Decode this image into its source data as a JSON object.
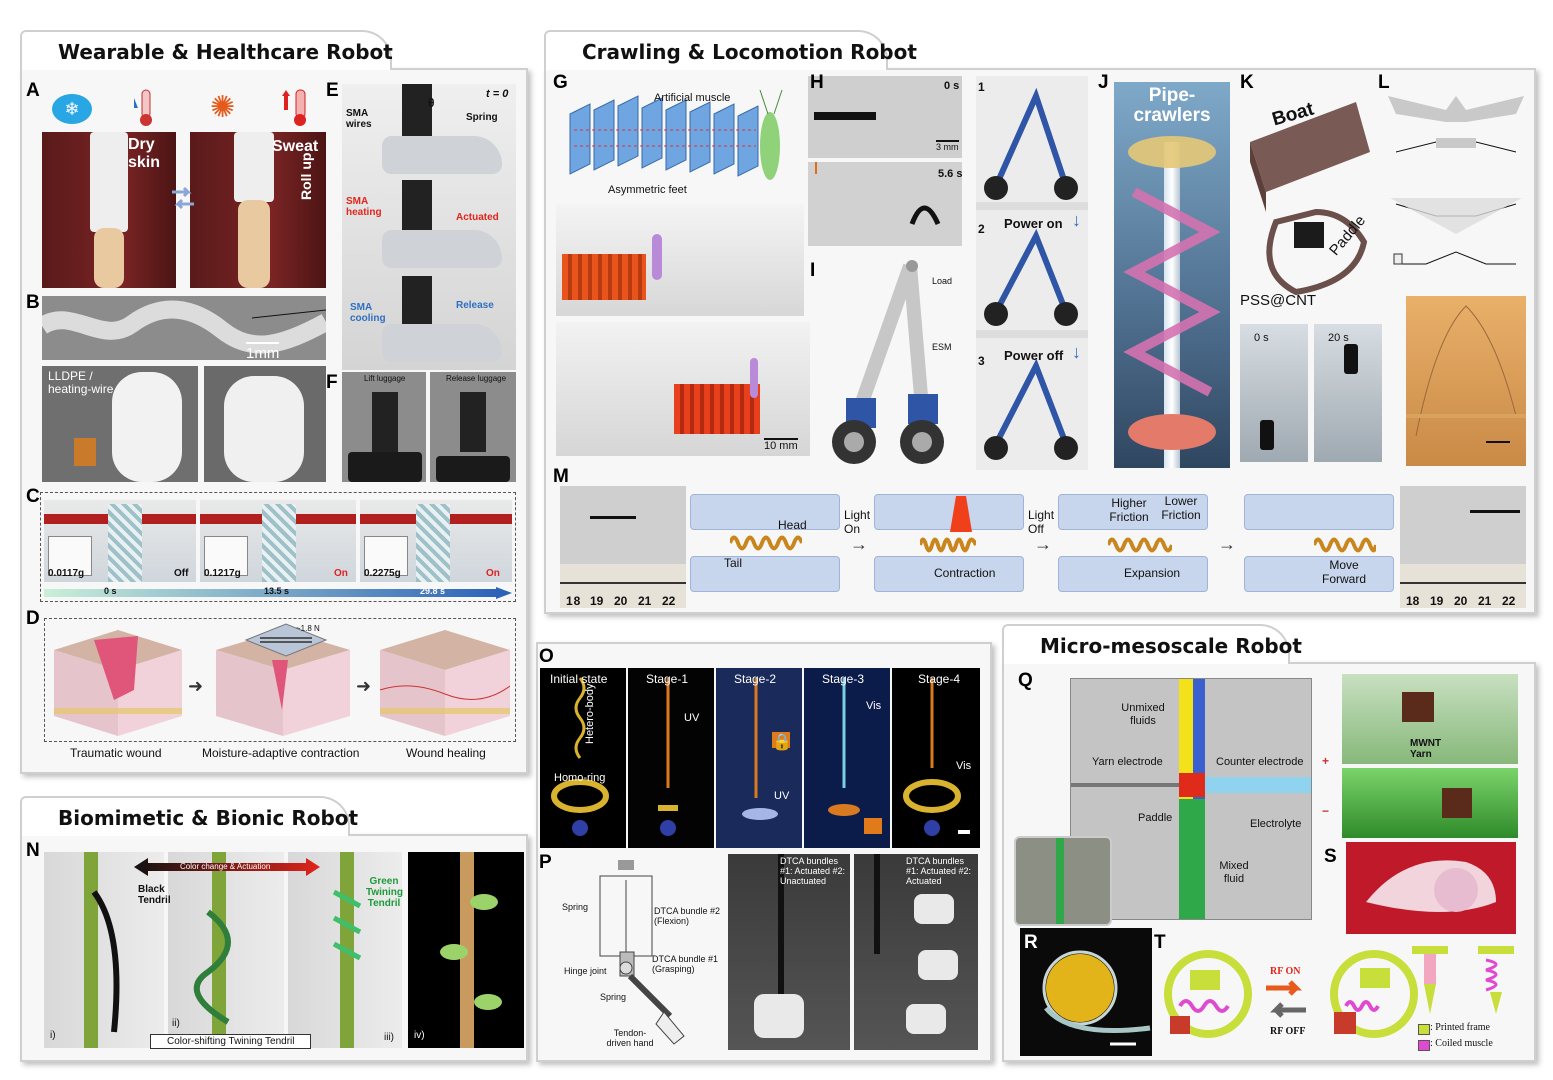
{
  "sections": {
    "wearable": "Wearable & Healthcare Robot",
    "crawling": "Crawling & Locomotion Robot",
    "biomimetic": "Biomimetic & Bionic Robot",
    "micro": "Micro-mesoscale Robot"
  },
  "panel_labels": {
    "A": "A",
    "B": "B",
    "C": "C",
    "D": "D",
    "E": "E",
    "F": "F",
    "G": "G",
    "H": "H",
    "I": "I",
    "J": "J",
    "K": "K",
    "L": "L",
    "M": "M",
    "N": "N",
    "O": "O",
    "P": "P",
    "Q": "Q",
    "R": "R",
    "S": "S",
    "T": "T"
  },
  "panel_a": {
    "dry_skin": "Dry skin",
    "sweat": "Sweat",
    "roll_up": "Roll up"
  },
  "panel_b": {
    "scale": "1mm",
    "lldpe": "LLDPE / heating-wire"
  },
  "panel_c": {
    "frames": [
      {
        "reading": "0.0117g",
        "state": "Off"
      },
      {
        "reading": "0.1217g",
        "state": "On"
      },
      {
        "reading": "0.2275g",
        "state": "On"
      }
    ],
    "times": [
      "0 s",
      "13.5 s",
      "29.8 s"
    ]
  },
  "panel_d": {
    "force": "~1.8 N",
    "stages": [
      "Traumatic wound",
      "Moisture-adaptive contraction",
      "Wound healing"
    ]
  },
  "panel_e": {
    "time": "t = 0",
    "theta": "θ",
    "sma_wires": "SMA wires",
    "spring": "Spring",
    "sma_heating": "SMA heating",
    "actuated": "Actuated",
    "sma_cooling": "SMA cooling",
    "release": "Release"
  },
  "panel_f": {
    "lift": "Lift luggage",
    "release": "Release luggage"
  },
  "panel_g": {
    "muscle": "Artificial muscle",
    "feet": "Asymmetric feet",
    "scale": "10 mm"
  },
  "panel_h": {
    "t0": "0 s",
    "t1": "5.6 s",
    "scale": "3 mm"
  },
  "panel_i": {
    "load": "Load",
    "esm": "ESM"
  },
  "panel_power": {
    "step1": "1",
    "step2": "2",
    "step3": "3",
    "on": "Power on",
    "off": "Power off"
  },
  "panel_j": {
    "title": "Pipe-crawlers"
  },
  "panel_k": {
    "boat": "Boat",
    "paddle": "Paddle",
    "pss": "PSS@CNT",
    "t0": "0 s",
    "t1": "20 s"
  },
  "panel_m": {
    "head": "Head",
    "tail": "Tail",
    "light_on": "Light On",
    "light_off": "Light Off",
    "contraction": "Contraction",
    "higher": "Higher Friction",
    "lower": "Lower Friction",
    "expansion": "Expansion",
    "move": "Move Forward",
    "ruler": [
      "18",
      "19",
      "20",
      "21",
      "22"
    ]
  },
  "panel_n": {
    "black_tendril": "Black Tendril",
    "green_tendril": "Green Twining Tendril",
    "actuation": "Color change & Actuation",
    "caption": "Color-shifting Twining Tendril",
    "subs": [
      "i)",
      "ii)",
      "iii)",
      "iv)"
    ]
  },
  "panel_o": {
    "stages": [
      "Initial state",
      "Stage-1",
      "Stage-2",
      "Stage-3",
      "Stage-4"
    ],
    "hetero": "Hetero-body",
    "homo": "Homo-ring",
    "uv": "UV",
    "vis": "Vis"
  },
  "panel_p": {
    "spring": "Spring",
    "dtca2": "DTCA bundle #2 (Flexion)",
    "hinge": "Hinge joint",
    "dtca1": "DTCA bundle #1 (Grasping)",
    "spring2": "Spring",
    "hand": "Tendon-driven hand",
    "photo1": "DTCA bundles #1: Actuated #2: Unactuated",
    "photo2": "DTCA bundles #1: Actuated #2: Actuated"
  },
  "panel_q": {
    "unmixed": "Unmixed fluids",
    "yarn": "Yarn electrode",
    "counter": "Counter electrode",
    "paddle": "Paddle",
    "electrolyte": "Electrolyte",
    "mixed": "Mixed fluid",
    "mwnt": "MWNT Yarn",
    "plus": "+",
    "minus": "−"
  },
  "panel_t": {
    "rf_on": "RF ON",
    "rf_off": "RF OFF",
    "frame": ": Printed frame",
    "muscle": ": Coiled muscle"
  },
  "colors": {
    "accent_red": "#e1251b",
    "accent_blue": "#2f6fc2",
    "pill": "#c7d6ec"
  }
}
